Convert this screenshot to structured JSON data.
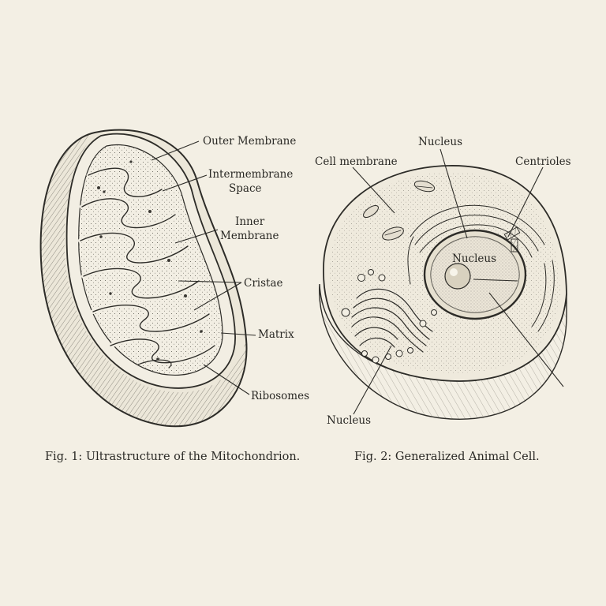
{
  "figures": [
    {
      "id": "fig1",
      "caption": {
        "number": "Fig. 1:",
        "text": " Ultrastructure of the Mitochondrion."
      },
      "labels": {
        "outer_membrane": "Outer Membrane",
        "intermembrane_space_line1": "Intermembrane",
        "intermembrane_space_line2": "Space",
        "inner_membrane_line1": "Inner",
        "inner_membrane_line2": "Membrane",
        "cristae": "Cristae",
        "matrix": "Matrix",
        "ribosomes": "Ribosomes"
      }
    },
    {
      "id": "fig2",
      "caption": {
        "number": "Fig. 2:",
        "text": " Generalized Animal Cell."
      },
      "labels": {
        "cell_membrane": "Cell membrane",
        "nucleus_top": "Nucleus",
        "centrioles": "Centrioles",
        "nucleus_inner": "Nucleus",
        "nucleus_bottom": "Nucleus"
      }
    }
  ],
  "colors": {
    "paper": "#f3efe4",
    "ink": "#2d2c28"
  }
}
